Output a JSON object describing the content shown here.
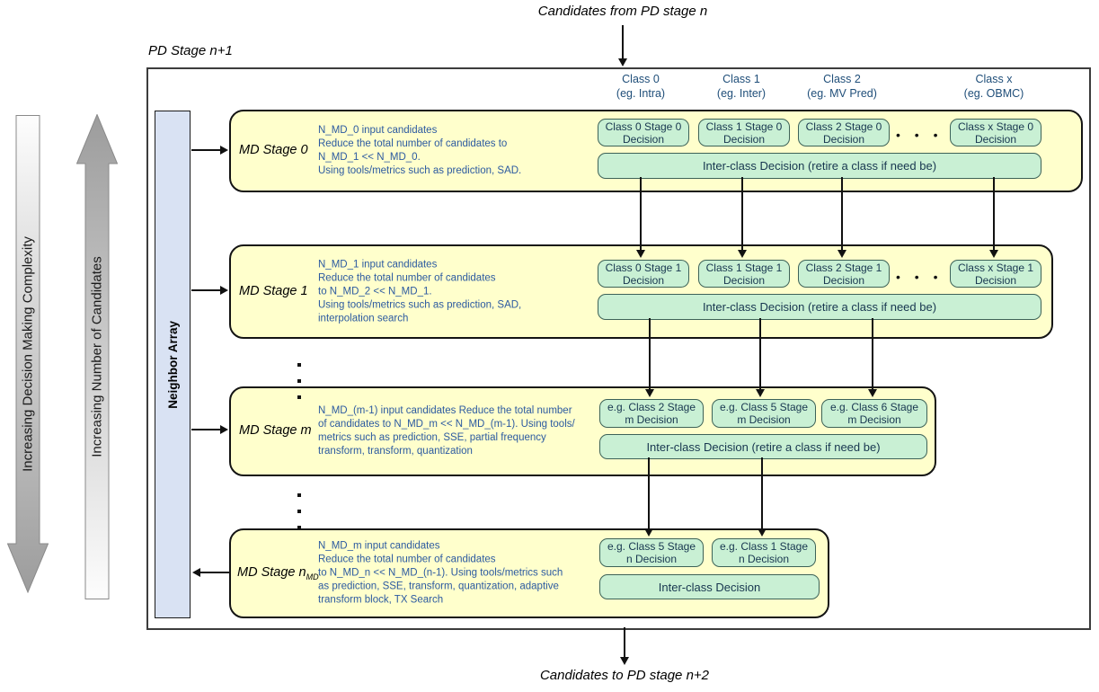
{
  "title_top": "Candidates from PD stage n",
  "title_bottom": "Candidates to PD stage n+2",
  "outer_label": "PD Stage n+1",
  "side_arrows": {
    "complexity": "Increasing Decision Making Complexity",
    "candidates": "Increasing Number of Candidates"
  },
  "neighbor_array_label": "Neighbor Array",
  "class_headers": [
    {
      "name": "Class 0",
      "example": "(eg. Intra)"
    },
    {
      "name": "Class 1",
      "example": "(eg. Inter)"
    },
    {
      "name": "Class 2",
      "example": "(eg. MV Pred)"
    },
    {
      "name": "Class x",
      "example": "(eg. OBMC)"
    }
  ],
  "ellipsis": "• • •",
  "stages": [
    {
      "label": "MD Stage 0",
      "label_sub": "",
      "description": "N_MD_0 input candidates\nReduce the total number of candidates to\nN_MD_1 << N_MD_0.\nUsing tools/metrics such as prediction, SAD.",
      "class_boxes": [
        "Class 0 Stage 0 Decision",
        "Class 1 Stage 0 Decision",
        "Class 2 Stage 0 Decision",
        "Class x Stage 0 Decision"
      ],
      "inter_class": "Inter-class Decision (retire a class if need be)"
    },
    {
      "label": "MD Stage 1",
      "label_sub": "",
      "description": "N_MD_1 input candidates\nReduce the total number of candidates\nto N_MD_2 << N_MD_1.\nUsing tools/metrics such as prediction, SAD,\ninterpolation search",
      "class_boxes": [
        "Class 0 Stage 1 Decision",
        "Class 1 Stage 1 Decision",
        "Class 2 Stage 1 Decision",
        "Class x Stage 1 Decision"
      ],
      "inter_class": "Inter-class Decision (retire a class if need be)"
    },
    {
      "label": "MD Stage m",
      "label_sub": "",
      "description": "N_MD_(m-1) input candidates Reduce the total number\nof candidates to N_MD_m << N_MD_(m-1). Using tools/\nmetrics such as prediction, SSE, partial frequency\ntransform, transform, quantization",
      "class_boxes": [
        "e.g. Class 2 Stage m Decision",
        "e.g. Class 5 Stage m Decision",
        "e.g. Class 6 Stage m Decision"
      ],
      "inter_class": "Inter-class Decision (retire a class if need be)"
    },
    {
      "label": "MD Stage n",
      "label_sub": "MD",
      "description": "N_MD_m input candidates\nReduce the total number of candidates\nto N_MD_n << N_MD_(n-1). Using tools/metrics such\nas prediction, SSE, transform, quantization, adaptive\ntransform block, TX Search",
      "class_boxes": [
        "e.g. Class 5 Stage n Decision",
        "e.g. Class 1 Stage n Decision"
      ],
      "inter_class": "Inter-class Decision"
    }
  ],
  "colors": {
    "stage_fill": "#FFFFCC",
    "decision_fill": "#C9F0D4",
    "decision_border": "#3D6258",
    "neighbor_fill": "#D9E2F3",
    "description_text": "#2C5AA0",
    "class_header_text": "#1F4E79"
  }
}
